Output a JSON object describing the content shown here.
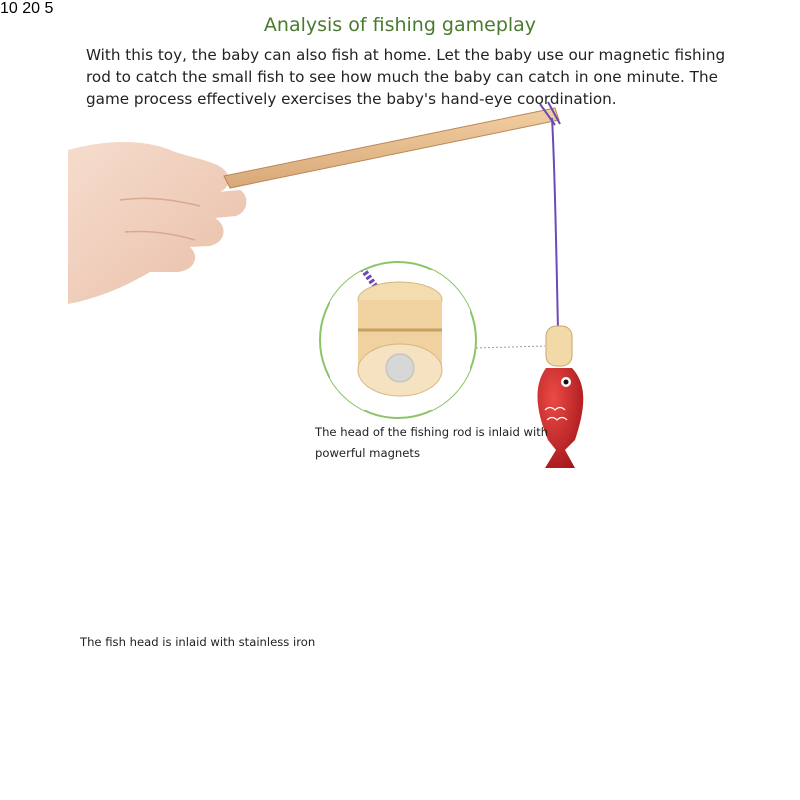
{
  "title": "Analysis of fishing gameplay",
  "intro": "With this toy, the baby can also fish at home. Let the baby use our magnetic fishing rod to catch the small fish to see how much the baby can catch in one minute. The game process effectively exercises the baby's hand-eye coordination.",
  "captions": {
    "rod_head": "The head of the fishing rod is inlaid with powerful magnets",
    "fish_head": "The fish head is inlaid with stainless iron"
  },
  "board_numbers": {
    "top": "10",
    "right": "20",
    "left": "5"
  },
  "colors": {
    "title": "#4a7a2e",
    "wood": "#e9c08f",
    "board_line": "#c8402f",
    "line_string": "#6a4bb5",
    "fish_red": "#c8262a",
    "fish_blue": "#2f7bd0",
    "fish_yellow": "#f2d21e",
    "callout_circle": "#8dc46a"
  }
}
